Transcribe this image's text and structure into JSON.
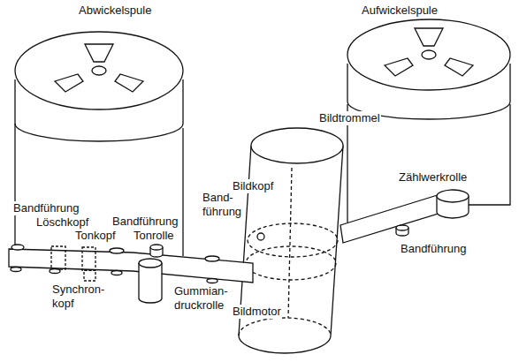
{
  "diagram": {
    "labels": [
      "Abwickelspule",
      "Aufwickelspule",
      "Bildtrommel",
      "Zählwerkrolle",
      "Bildkopf",
      "Bandführung",
      "Bandführung",
      "Band- führung",
      "Löschkopf",
      "Tonkopf",
      "Tonrolle",
      "Bandführung",
      "Synchron- kopf",
      "Gummian- druckrolle",
      "Bildmotor"
    ]
  }
}
